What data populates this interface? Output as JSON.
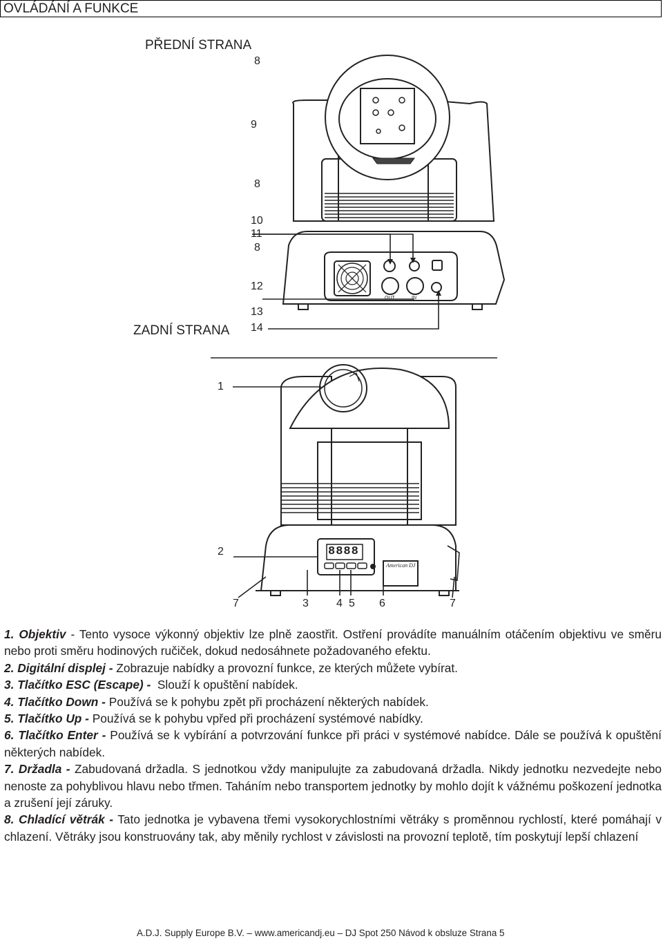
{
  "header": {
    "title": "OVLÁDÁNÍ A FUNKCE"
  },
  "figure": {
    "front_caption": "PŘEDNÍ STRANA",
    "rear_caption": "ZADNÍ STRANA",
    "rear_callouts": [
      "8",
      "9",
      "8",
      "10",
      "11",
      "8",
      "12",
      "13",
      "14"
    ],
    "front_callouts": [
      "1",
      "2",
      "7",
      "3",
      "4",
      "5",
      "6",
      "7"
    ],
    "display_text": "8888",
    "connector_out": "OUT",
    "connector_in": "IN",
    "logo_text": "American DJ"
  },
  "descriptions": [
    {
      "term": "1. Objektiv",
      "sep": " - ",
      "text": "Tento vysoce výkonný objektiv lze plně zaostřit. Ostření provádíte manuálním otáčením objektivu ve směru nebo proti směru hodinových ručiček, dokud nedosáhnete požadovaného efektu."
    },
    {
      "term": "2. Digitální displej -",
      "sep": " ",
      "text": "Zobrazuje nabídky a provozní funkce, ze kterých můžete vybírat."
    },
    {
      "term": "3. Tlačítko ESC (Escape) -",
      "sep": "  ",
      "text": "Slouží k opuštění nabídek."
    },
    {
      "term": "4. Tlačítko Down -",
      "sep": " ",
      "text": "Používá se k pohybu zpět při procházení některých nabídek."
    },
    {
      "term": "5. Tlačítko Up -",
      "sep": " ",
      "text": "Používá se k pohybu vpřed při procházení systémové nabídky."
    },
    {
      "term": "6. Tlačítko Enter -",
      "sep": " ",
      "text": "Používá se k vybírání a potvrzování funkce při práci v systémové nabídce. Dále se používá k opuštění některých nabídek."
    },
    {
      "term": "7. Držadla -",
      "sep": " ",
      "text": "Zabudovaná držadla. S jednotkou vždy manipulujte za zabudovaná držadla. Nikdy jednotku nezvedejte nebo nenoste za pohyblivou hlavu nebo třmen. Taháním nebo transportem jednotky by mohlo dojít k vážnému poškození jednotka a zrušení její záruky."
    },
    {
      "term": "8. Chladící větrák -",
      "sep": " ",
      "text": "Tato jednotka je vybavena třemi vysokorychlostními větráky s proměnnou rychlostí, které pomáhají v chlazení. Větráky jsou konstruovány tak, aby měnily rychlost v závislosti na provozní teplotě, tím poskytují lepší chlazení"
    }
  ],
  "footer": {
    "text": "A.D.J. Supply Europe B.V. – www.americandj.eu – DJ Spot 250 Návod k obsluze Strana 5"
  }
}
